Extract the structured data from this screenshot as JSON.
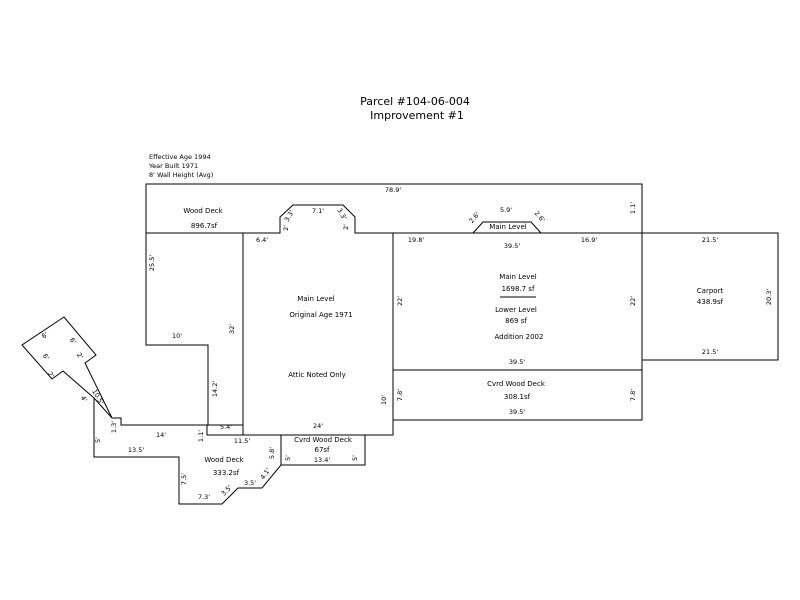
{
  "title": {
    "parcel": "Parcel #104-06-004",
    "improvement": "Improvement #1"
  },
  "header_notes": {
    "effective_age": "Effective Age 1994",
    "year_built": "Year Built 1971",
    "wall_height": "8' Wall Height (Avg)"
  },
  "areas": {
    "wood_deck_upper": {
      "name": "Wood Deck",
      "area": "896.7sf"
    },
    "main_level_original": {
      "name": "Main Level",
      "note": "Original Age 1971",
      "attic": "Attic Noted Only"
    },
    "main_level_addition": {
      "name": "Main Level",
      "area": "1698.7 sf",
      "lower": "Lower Level",
      "lower_area": "869 sf",
      "addition": "Addition 2002"
    },
    "main_level_bump": {
      "name": "Main Level"
    },
    "carport": {
      "name": "Carport",
      "area": "438.9sf"
    },
    "cvrd_deck_right": {
      "name": "Cvrd Wood Deck",
      "area": "308.1sf"
    },
    "cvrd_deck_small": {
      "name": "Cvrd Wood Deck",
      "area": "67sf"
    },
    "wood_deck_lower": {
      "name": "Wood Deck",
      "area": "333.2sf"
    }
  },
  "dimensions": {
    "top_width": "78.9'",
    "right_short": "1.1'",
    "left_height": "25.5'",
    "ten_ft": "10'",
    "thirty_two": "32'",
    "fourteen_two": "14.2'",
    "six_four": "6.4'",
    "seven_one": "7.1'",
    "chamfer_l": "3.3'",
    "chamfer_r": "3.3'",
    "two_l": "2'",
    "two_r": "2'",
    "nineteen_eight": "19.8'",
    "five_nine": "5.9'",
    "two_six_l": "2.6'",
    "two_six_r": "2.6'",
    "thirty_nine_five_a": "39.5'",
    "sixteen_nine": "16.9'",
    "twenty_two_a": "22'",
    "twenty_two_b": "22'",
    "thirty_nine_five_b": "39.5'",
    "seven_eight_a": "7.8'",
    "seven_eight_b": "7.8'",
    "thirty_nine_five_c": "39.5'",
    "twenty_one_five_a": "21.5'",
    "twenty_point_three": "20.3'",
    "twenty_one_five_b": "21.5'",
    "twenty_four": "24'",
    "ten_b": "10'",
    "five_four": "5.4'",
    "one_one": "1.1'",
    "eleven_five": "11.5'",
    "fourteen": "14'",
    "one_three": "1.3'",
    "thirteen_five": "13.5'",
    "five_a": "5'",
    "five_b": "5'",
    "thirteen_four": "13.4'",
    "five_c": "5'",
    "five_eight": "5.8'",
    "four_one": "4.1'",
    "three_five_a": "3.5'",
    "three_five_b": "3.5'",
    "seven_three": "7.3'",
    "seven_five": "7.5'",
    "ten_five": "10.5'",
    "four": "4'",
    "two": "2'",
    "six_a": "6'",
    "six_b": "6'",
    "six_c": "6'",
    "two_b": "2'"
  }
}
